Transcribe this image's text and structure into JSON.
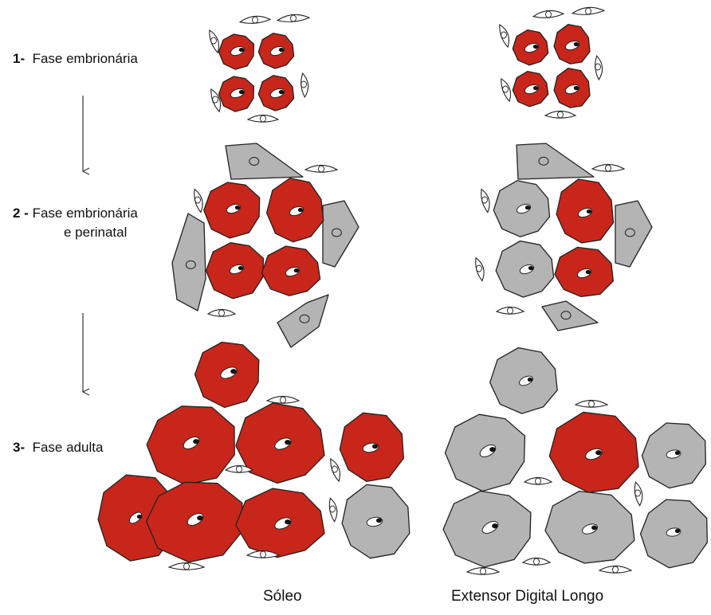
{
  "stages": [
    {
      "number": "1-",
      "text": "Fase embrionária"
    },
    {
      "number": "2 -",
      "text": "Fase embrionária",
      "text2": "e perinatal"
    },
    {
      "number": "3-",
      "text": "Fase adulta"
    }
  ],
  "columns": {
    "left": "Sóleo",
    "right": "Extensor Digital Longo"
  },
  "colors": {
    "red": "#c8261a",
    "gray": "#b4b4b4",
    "outline": "#222222"
  }
}
